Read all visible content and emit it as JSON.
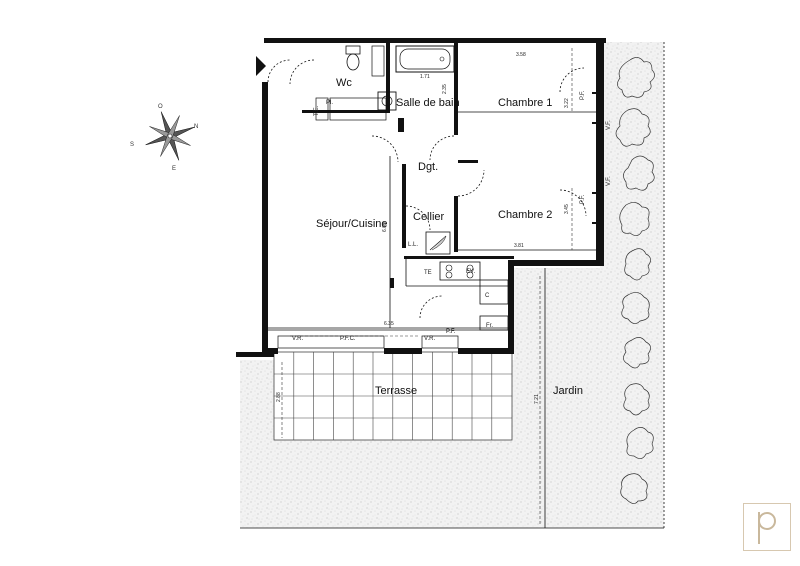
{
  "rooms": {
    "wc": "Wc",
    "salle_de_bain": "Salle de bain",
    "chambre1": "Chambre 1",
    "chambre2": "Chambre 2",
    "degagement": "Dgt.",
    "sejour": "Séjour/Cuisine",
    "cellier": "Cellier",
    "terrasse": "Terrasse",
    "jardin": "Jardin"
  },
  "fixtures": {
    "te": "T.E.",
    "pl": "Pl.",
    "ll": "L.L.",
    "te2": "TE",
    "ev": "EV.",
    "c": "C",
    "fr": "Fr.",
    "vr1": "V.R.",
    "pfc": "P.F.C.",
    "vr2": "V.R.",
    "pf1": "P.F.",
    "pf2": "P.F.",
    "pf3": "P.F.",
    "vf1": "V.F.",
    "vf2": "V.F."
  },
  "dimensions": {
    "d358": "3.58",
    "d171": "1.71",
    "d235": "2.35",
    "d322": "3.22",
    "d609": "6.09",
    "d345": "3.45",
    "d381": "3.81",
    "d635": "6.35",
    "d721": "7.21",
    "d288": "2.88"
  },
  "compass": {
    "n": "N",
    "s": "S",
    "e": "E",
    "o": "O"
  },
  "colors": {
    "wall": "#111111",
    "logo": "#c9b89c"
  },
  "logo_text": "p"
}
